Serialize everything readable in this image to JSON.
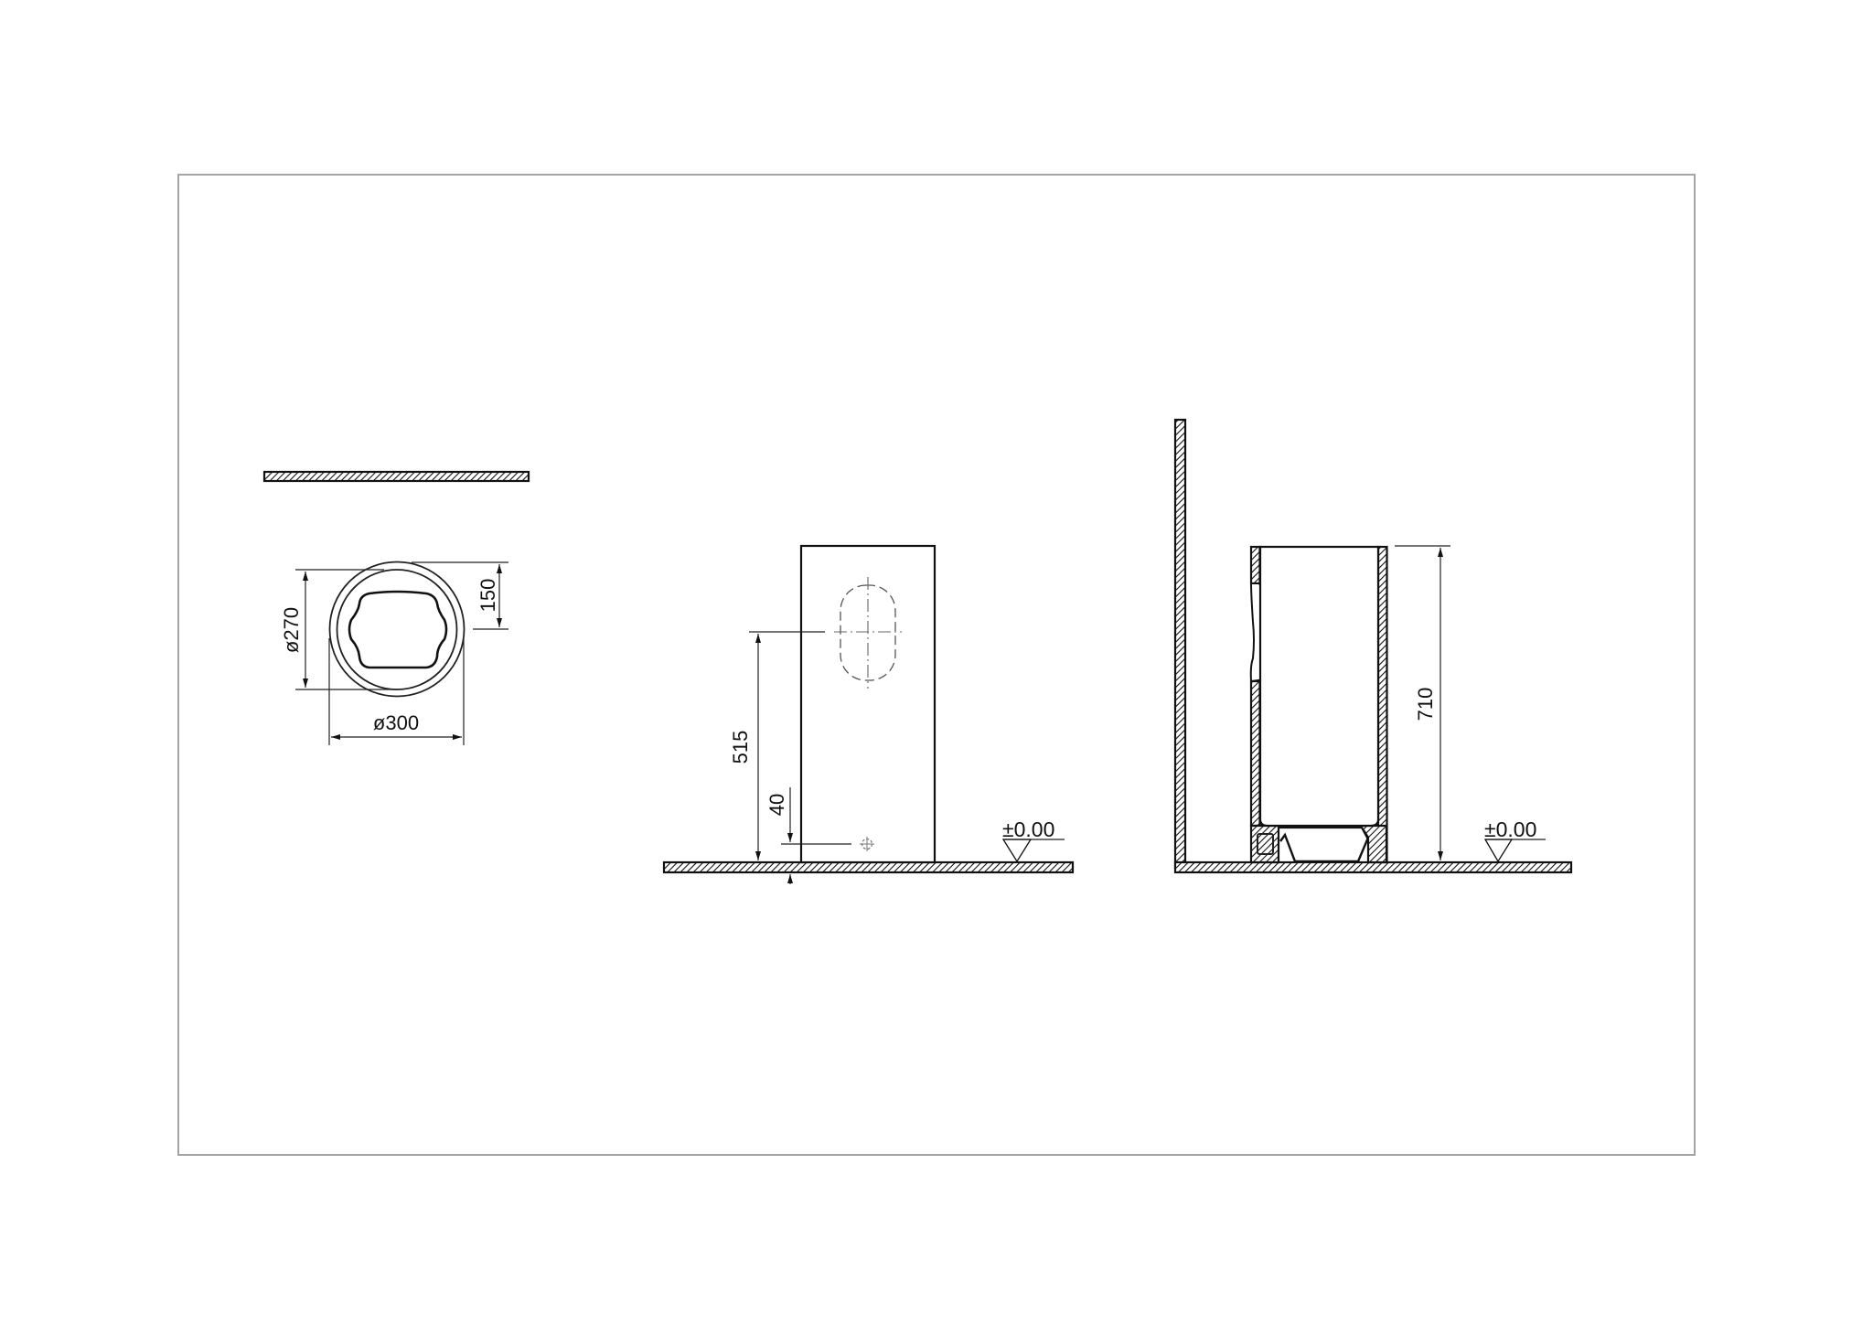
{
  "sheet": {
    "frame_color": "#9a9a9a",
    "line_color": "#111111"
  },
  "views": {
    "plan": {
      "dimensions": {
        "inner_diameter": "ø270",
        "outer_diameter": "ø300",
        "depth_to_center": "150"
      }
    },
    "front": {
      "dimensions": {
        "height_to_outlet": "515",
        "height_to_center": "40"
      },
      "level": "±0.00"
    },
    "side": {
      "dimensions": {
        "total_height": "710"
      },
      "level": "±0.00"
    }
  }
}
